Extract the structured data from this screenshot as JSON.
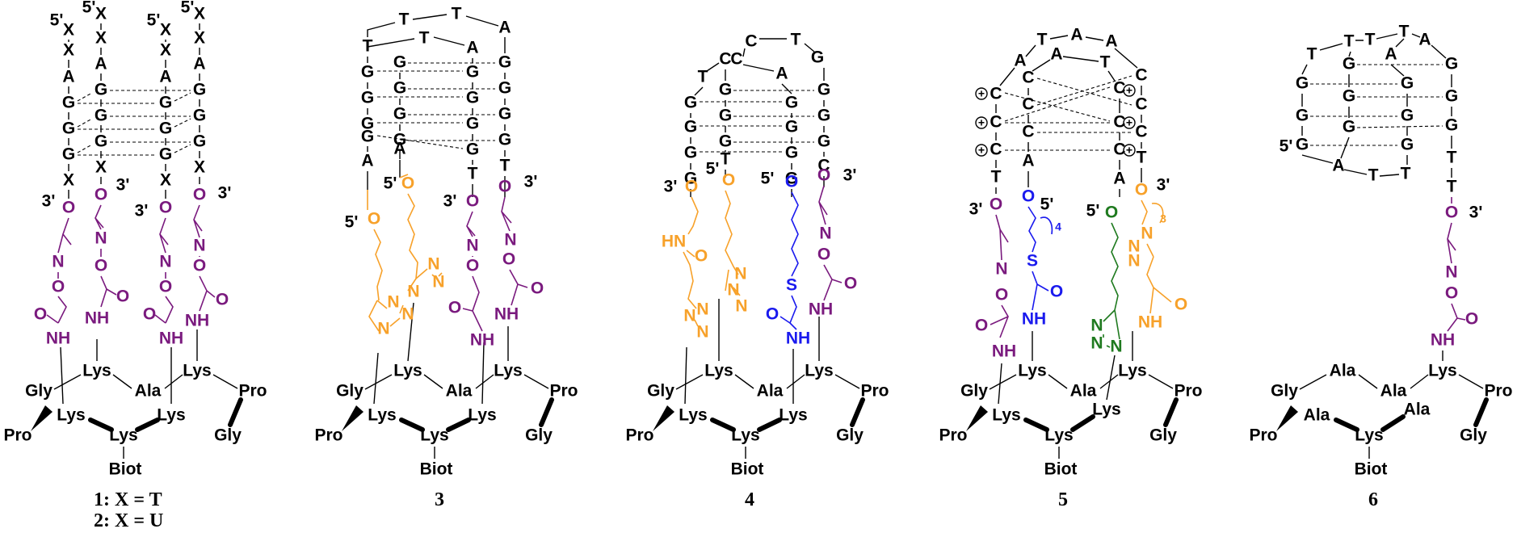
{
  "colors": {
    "black": "#000000",
    "purple": "#7a1a7e",
    "orange": "#f7a12a",
    "blue": "#1a1aee",
    "green": "#1f7a1f"
  },
  "captions": {
    "c1": "1: X = T",
    "c2": "2: X = U",
    "c3": "3",
    "c4": "4",
    "c5": "5",
    "c6": "6"
  },
  "common": {
    "lys": "Lys",
    "gly": "Gly",
    "ala": "Ala",
    "pro": "Pro",
    "biot": "Biot",
    "nh": "NH",
    "hn": "HN",
    "o": "O",
    "n": "N",
    "s": "S",
    "p5": "5'",
    "p3": "3'",
    "sub3": "3",
    "sub4": "4",
    "plus": "+"
  },
  "strands": {
    "s1": [
      "5'",
      "X",
      "X",
      "A",
      "G",
      "G",
      "G",
      "X"
    ],
    "s2": [
      "X",
      "X",
      "A",
      "G",
      "G",
      "G",
      "X"
    ],
    "s3": [
      "G",
      "G",
      "G",
      "A"
    ],
    "s4": [
      "G",
      "G",
      "G",
      "G",
      "T"
    ],
    "s5": [
      "C",
      "C",
      "C",
      "T"
    ],
    "s6": [
      "G",
      "G",
      "G"
    ],
    "bases": [
      "A",
      "T",
      "C",
      "G"
    ]
  }
}
